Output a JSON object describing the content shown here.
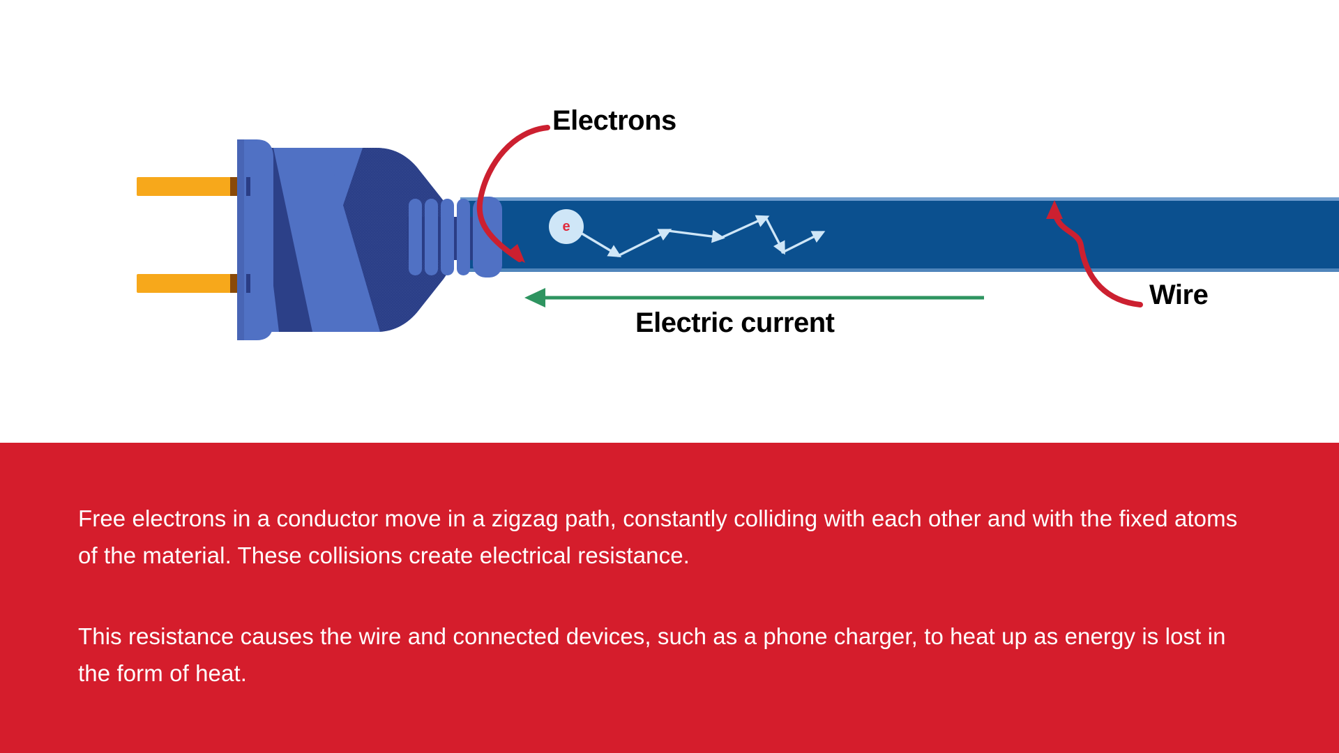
{
  "diagram": {
    "title_implied": "Electrical resistance in a wire",
    "colors": {
      "wire_blue": "#0b508f",
      "wire_blue_top_edge": "#6a9ed6",
      "plug_light_blue": "#5071c4",
      "plug_dark_blue": "#2a3d85",
      "prong_yellow": "#f7a81b",
      "prong_brown": "#8a4a08",
      "electron_circle": "#cfe6f7",
      "electron_symbol_red": "#e02b3c",
      "zigzag_path": "#cfe6f7",
      "callout_red": "#cc2030",
      "current_green": "#2e9460",
      "panel_red": "#d51d2c",
      "text_white": "#ffffff",
      "text_black": "#000000",
      "background_white": "#ffffff"
    },
    "labels": {
      "electrons": "Electrons",
      "wire": "Wire",
      "electric_current": "Electric current",
      "electron_symbol": "e"
    },
    "annotations": {
      "current_direction": "left",
      "electron_drift_direction": "right",
      "zigzag_segments": 6
    }
  },
  "explanation": {
    "paragraph_1": "Free electrons in a conductor move in a zigzag path, constantly colliding with each other and with the fixed atoms of the material. These collisions create electrical resistance.",
    "paragraph_2": "This resistance causes the wire and connected devices, such as a phone charger, to heat up as energy is lost in the form of heat."
  }
}
